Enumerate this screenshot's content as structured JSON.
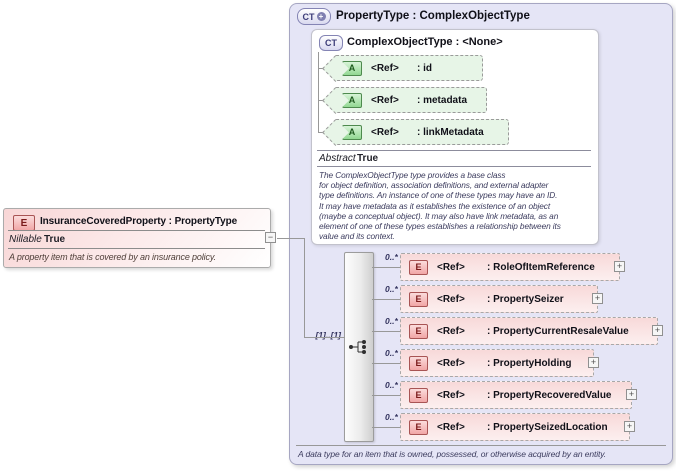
{
  "colors": {
    "type_box_bg": "#E5E5F6",
    "element_pink": "#F8D9D9",
    "attribute_green": "#E7F5E7",
    "badge_e_border": "#A85454",
    "badge_a_border": "#4E8A4E",
    "badge_ct_text": "#3C3C78",
    "annotation_text": "#3C3C5E",
    "connector_line": "#989898"
  },
  "left_element": {
    "badge": "E",
    "title": "InsuranceCoveredProperty : PropertyType",
    "facet_label": "Nillable",
    "facet_value": "True",
    "annotation": "A property item that is covered by an insurance policy."
  },
  "connector": {
    "collapse_glyph": "−"
  },
  "type_box": {
    "badge": "CT",
    "badge_plus": "+",
    "title": "PropertyType : ComplexObjectType",
    "annotation": "A data type for an item that is owned, possessed, or otherwise acquired by an entity.",
    "base_type": {
      "badge": "CT",
      "title": "ComplexObjectType : <None>",
      "attributes": [
        {
          "badge": "A",
          "ref": "<Ref>",
          "name": ": id"
        },
        {
          "badge": "A",
          "ref": "<Ref>",
          "name": ": metadata"
        },
        {
          "badge": "A",
          "ref": "<Ref>",
          "name": ": linkMetadata"
        }
      ],
      "facet_label": "Abstract",
      "facet_value": "True",
      "documentation": "The ComplexObjectType type provides a base class\nfor object definition, association definitions, and external adapter\ntype definitions. An instance of one of these types may have an ID.\nIt may have metadata as it establishes the existence of an object\n(maybe a conceptual object). It may also have link metadata, as an\nelement of one of these types establishes a relationship between its\nvalue and its context."
    },
    "sequence": {
      "cardinality": "[1]..[1]",
      "elements": [
        {
          "cardinality": "0..*",
          "badge": "E",
          "ref": "<Ref>",
          "name": ": RoleOfItemReference",
          "expand_glyph": "+"
        },
        {
          "cardinality": "0..*",
          "badge": "E",
          "ref": "<Ref>",
          "name": ": PropertySeizer",
          "expand_glyph": "+"
        },
        {
          "cardinality": "0..*",
          "badge": "E",
          "ref": "<Ref>",
          "name": ": PropertyCurrentResaleValue",
          "expand_glyph": "+"
        },
        {
          "cardinality": "0..*",
          "badge": "E",
          "ref": "<Ref>",
          "name": ": PropertyHolding",
          "expand_glyph": "+"
        },
        {
          "cardinality": "0..*",
          "badge": "E",
          "ref": "<Ref>",
          "name": ": PropertyRecoveredValue",
          "expand_glyph": "+"
        },
        {
          "cardinality": "0..*",
          "badge": "E",
          "ref": "<Ref>",
          "name": ": PropertySeizedLocation",
          "expand_glyph": "+"
        }
      ]
    }
  }
}
